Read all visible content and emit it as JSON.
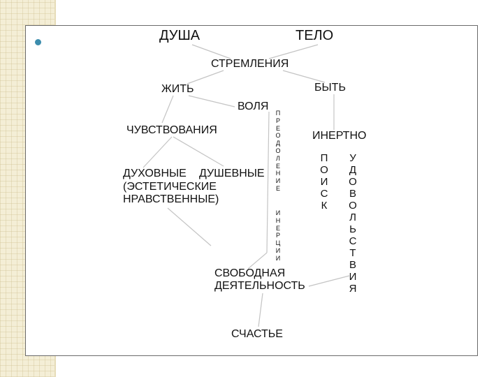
{
  "diagram": {
    "nodes": {
      "dusha": "ДУША",
      "telo": "ТЕЛО",
      "stremleniya": "СТРЕМЛЕНИЯ",
      "zhit": "ЖИТЬ",
      "byt": "БЫТЬ",
      "volya": "ВОЛЯ",
      "chuvstvovaniya": "ЧУВСТВОВАНИЯ",
      "inertno": "ИНЕРТНО",
      "duhovnye": "ДУХОВНЫЕ",
      "dushevnye": "ДУШЕВНЫЕ",
      "esteticheskie": "(ЭСТЕТИЧЕСКИЕ",
      "nravstvennye": "НРАВСТВЕННЫЕ)",
      "svobodnaya": "СВОБОДНАЯ",
      "deyatelnost": "ДЕЯТЕЛЬНОСТЬ",
      "schastye": "СЧАСТЬЕ"
    },
    "vertical": {
      "preodolenie": [
        "П",
        "Р",
        "Е",
        "О",
        "Д",
        "О",
        "Л",
        "Е",
        "Н",
        "И",
        "Е"
      ],
      "inertsii": [
        "И",
        "Н",
        "Е",
        "Р",
        "Ц",
        "И",
        "И"
      ],
      "poisk": [
        "П",
        "О",
        "И",
        "С",
        "К"
      ],
      "udovolstviya": [
        "У",
        "Д",
        "О",
        "В",
        "О",
        "Л",
        "Ь",
        "С",
        "Т",
        "В",
        "И",
        "Я"
      ]
    }
  },
  "colors": {
    "bullet": "#3c8dad",
    "line": "#c4c4c4",
    "border": "#6a6a6a"
  }
}
